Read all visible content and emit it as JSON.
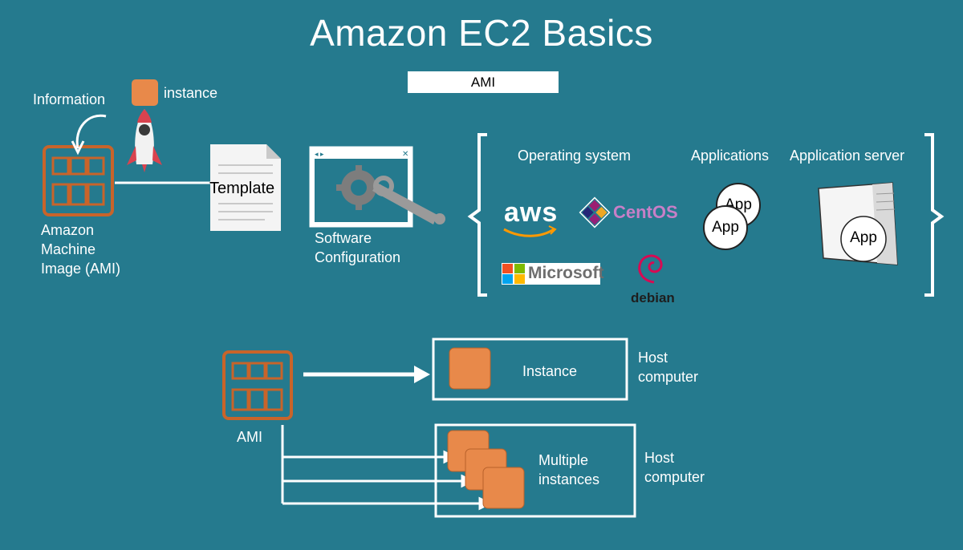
{
  "title": "Amazon EC2 Basics",
  "ami_header": "AMI",
  "top": {
    "information_label": "Information",
    "instance_label": "instance",
    "ami_caption": [
      "Amazon",
      "Machine",
      "Image (AMI)"
    ],
    "template_label": "Template",
    "software_config_caption": [
      "Software",
      "Configuration"
    ]
  },
  "bracket": {
    "os_header": "Operating system",
    "apps_header": "Applications",
    "appserver_header": "Application server",
    "os_logos": {
      "aws": "aws",
      "centos": "CentOS",
      "microsoft": "Microsoft",
      "debian": "debian"
    },
    "app_bubble_back": "App",
    "app_bubble_front": "App",
    "server_app": "App"
  },
  "bottom": {
    "ami_label": "AMI",
    "single": {
      "instance_label": "Instance",
      "host_label": [
        "Host",
        "computer"
      ]
    },
    "multiple": {
      "instances_label": [
        "Multiple",
        "instances"
      ],
      "host_label": [
        "Host",
        "computer"
      ]
    }
  },
  "colors": {
    "background": "#257a8e",
    "instance_orange": "#e8894a",
    "ami_outline": "#c8642a"
  }
}
